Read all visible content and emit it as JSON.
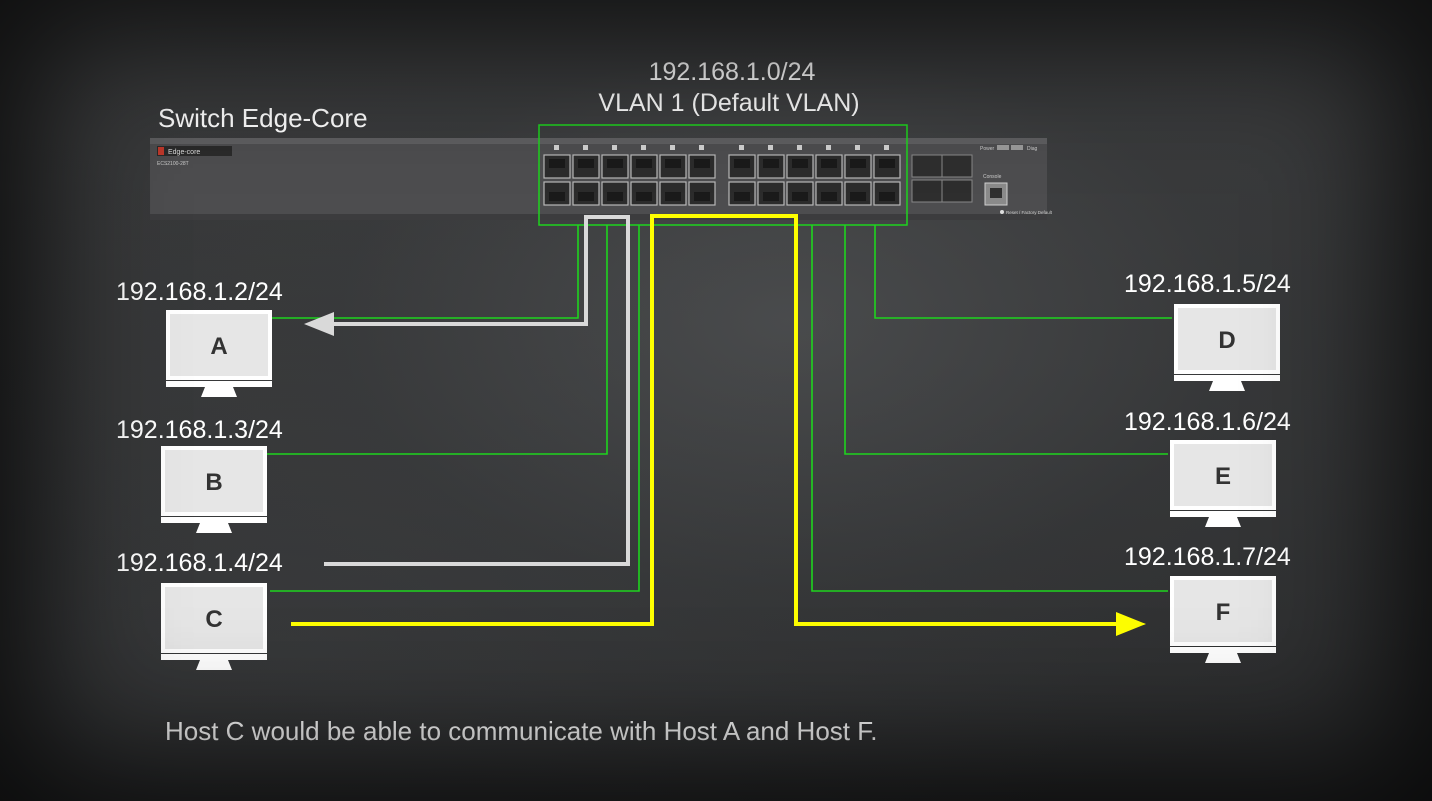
{
  "network": {
    "subnet": "192.168.1.0/24",
    "vlan": "VLAN 1 (Default VLAN)"
  },
  "switch": {
    "title": "Switch Edge-Core",
    "brand": "Edge-core",
    "model": "ECS2100-28T",
    "power_label": "Power",
    "diag_label": "Diag",
    "console_label": "Console",
    "reset_label": "Reset / Factory Default"
  },
  "hosts": [
    {
      "id": "A",
      "ip": "192.168.1.2/24"
    },
    {
      "id": "B",
      "ip": "192.168.1.3/24"
    },
    {
      "id": "C",
      "ip": "192.168.1.4/24"
    },
    {
      "id": "D",
      "ip": "192.168.1.5/24"
    },
    {
      "id": "E",
      "ip": "192.168.1.6/24"
    },
    {
      "id": "F",
      "ip": "192.168.1.7/24"
    }
  ],
  "caption": "Host C would be able to communicate with Host A and Host F.",
  "colors": {
    "link": "#1ed41e",
    "vlan_box": "#1ed41e",
    "path_to_a": "#d9d9d9",
    "path_to_f": "#ffff00",
    "monitor_bezel": "#ffffff",
    "monitor_screen": "#e6e6e6"
  }
}
